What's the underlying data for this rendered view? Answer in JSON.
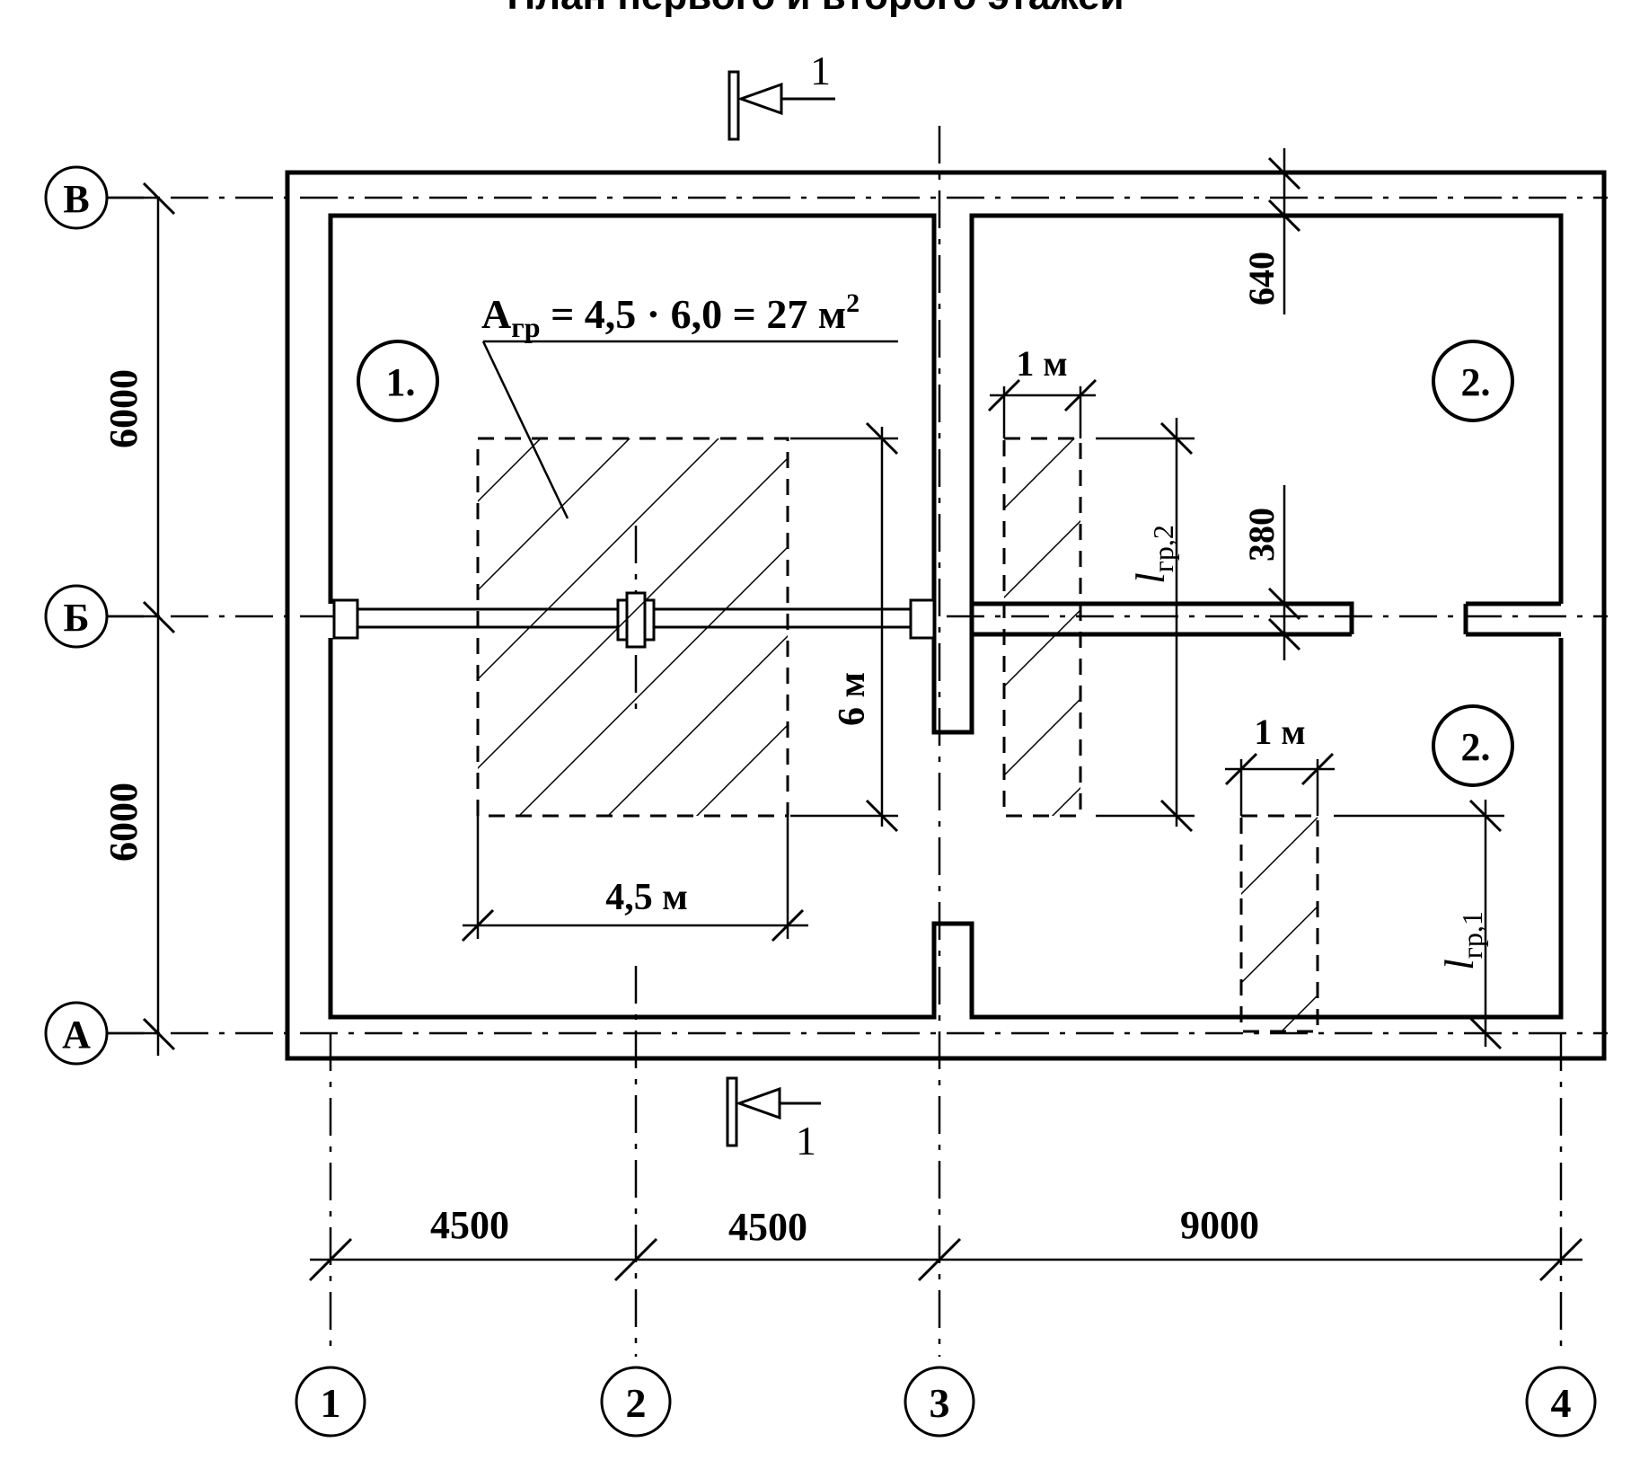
{
  "title": "План первого и второго этажей",
  "section_marks": {
    "top": "1",
    "bottom": "1"
  },
  "axes_letters": [
    "В",
    "Б",
    "А"
  ],
  "axes_numbers": [
    "1",
    "2",
    "3",
    "4"
  ],
  "dims_left": [
    "6000",
    "6000"
  ],
  "dims_bottom": [
    "4500",
    "4500",
    "9000"
  ],
  "dims_wall": {
    "outer_wall": "640",
    "inner_wall": "380"
  },
  "room_tags": [
    "1.",
    "2.",
    "2."
  ],
  "area_label": "A",
  "area_sub": "гр",
  "area_formula": " = 4,5 · 6,0 = 27 м",
  "area_sup": "2",
  "dim_6m": "6 м",
  "dim_45m": "4,5 м",
  "dim_1m_a": "1 м",
  "dim_1m_b": "1 м",
  "l_symbol": "l",
  "lgr2_sub": "гр,2",
  "lgr1_sub": "гр,1"
}
